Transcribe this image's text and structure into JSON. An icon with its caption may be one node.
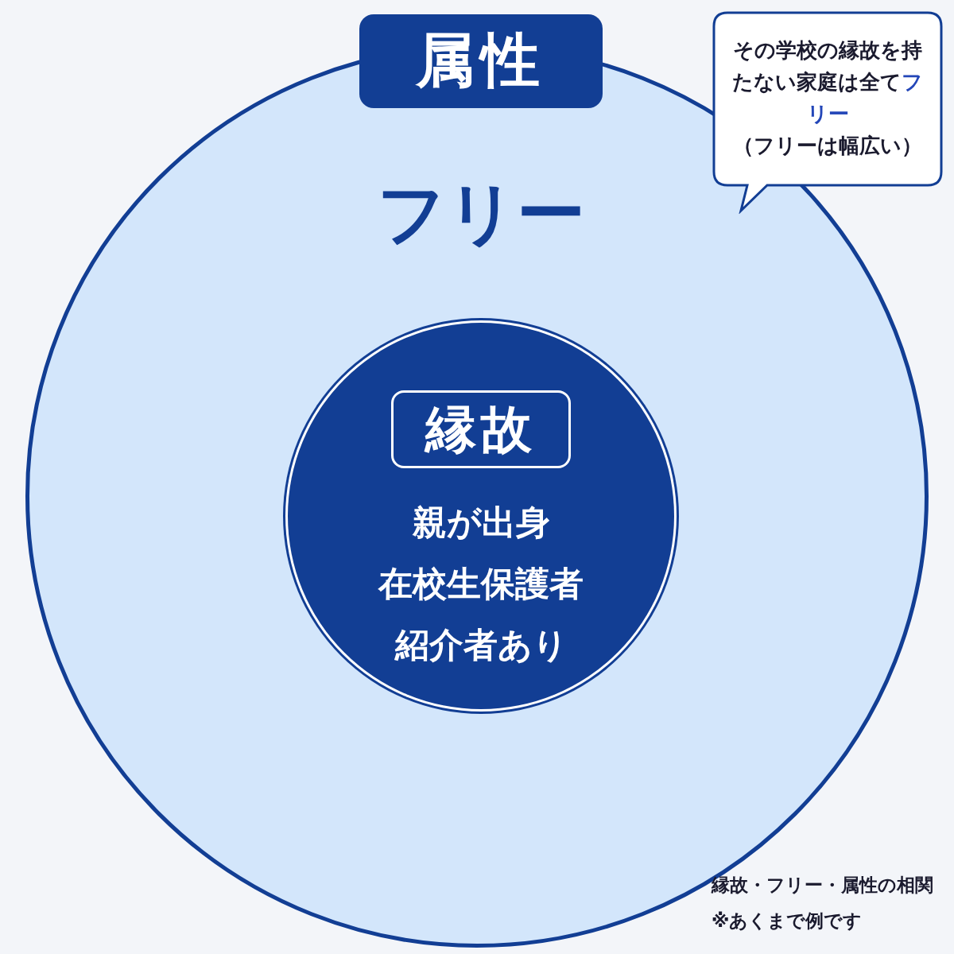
{
  "diagram": {
    "nodes": [
      {
        "text": [
          "属性",
          "フリー"
        ]
      },
      {
        "text": [
          "縁故",
          "親が出身",
          "在校生保護者",
          "紹介者あり"
        ],
        "in": 0
      },
      {
        "text": [
          "その学校の縁故を持たない家庭は全て**フリー**",
          "（フリーは幅広い）"
        ]
      }
    ],
    "labels": [
      "縁故・フリー・属性の相関",
      "※あくまで例です"
    ]
  }
}
